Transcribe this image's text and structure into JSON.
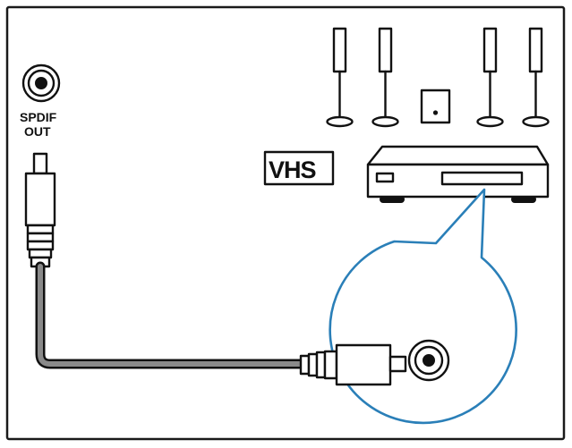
{
  "port_label_line1": "SPDIF",
  "port_label_line2": "OUT",
  "device_logo": "VHS",
  "colors": {
    "callout_stroke": "#2a7fb8",
    "ink": "#111111",
    "cable_core": "#8a8a8a"
  },
  "icons": [
    "spdif-out-jack-icon",
    "rca-plug-icon",
    "speaker-icon",
    "subwoofer-icon",
    "av-receiver-icon",
    "vhs-logo-icon",
    "rca-input-jack-icon"
  ]
}
